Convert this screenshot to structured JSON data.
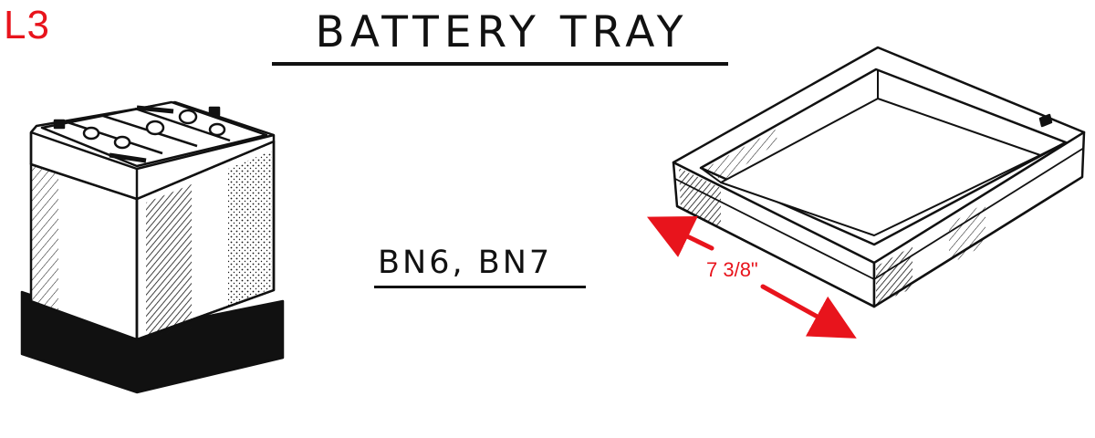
{
  "diagram": {
    "code_label": "L3",
    "title": "BATTERY TRAY",
    "models": "BN6, BN7",
    "dimension_label": "7 3/8\"",
    "colors": {
      "annotation": "#e8141c",
      "ink": "#111111"
    }
  }
}
